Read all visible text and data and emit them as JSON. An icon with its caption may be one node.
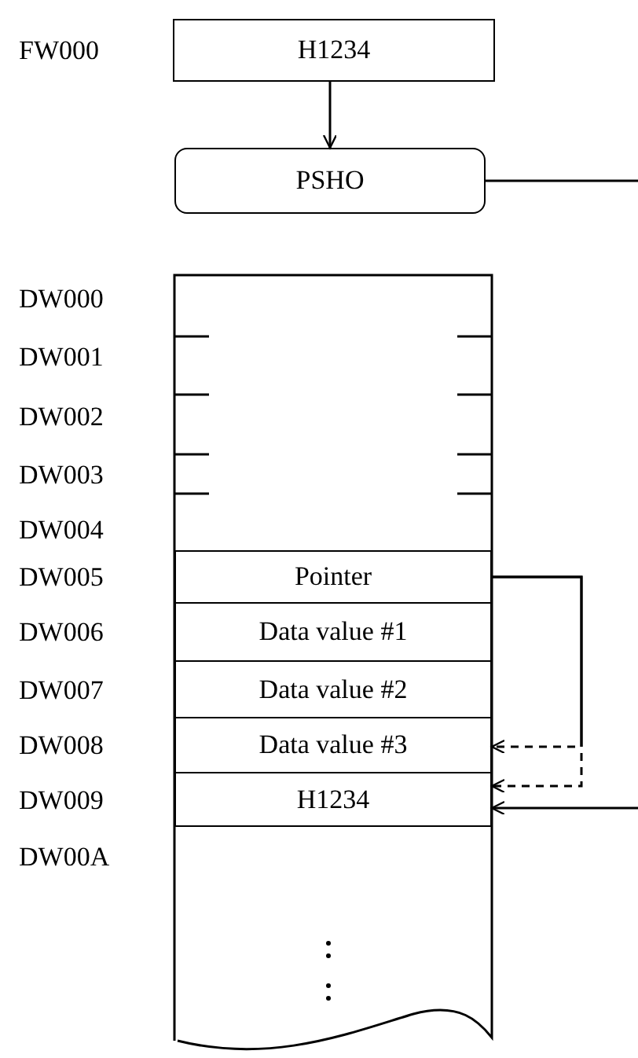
{
  "diagram": {
    "nodes": [
      {
        "text": [
          "H1234"
        ],
        "beside": [
          "FW000"
        ]
      },
      {
        "text": [
          "PSHO"
        ]
      },
      {
        "text": [],
        "shape": "box"
      },
      {
        "text": [
          "Pointer"
        ],
        "in": 2,
        "beside": [
          "DW005"
        ]
      },
      {
        "text": [
          "Data value #1"
        ],
        "in": 2,
        "beside": [
          "DW006"
        ]
      },
      {
        "text": [
          "Data value #2"
        ],
        "in": 2,
        "beside": [
          "DW007"
        ]
      },
      {
        "text": [
          "Data value #3"
        ],
        "in": 2,
        "beside": [
          "DW008"
        ]
      },
      {
        "text": [
          "H1234"
        ],
        "in": 2,
        "beside": [
          "DW009"
        ]
      }
    ],
    "edges": [
      {
        "from": 0,
        "to": 1,
        "arrow": "to"
      },
      {
        "from": 1,
        "to": null,
        "arrow": "none"
      },
      {
        "from": 3,
        "to": 6,
        "arrow": "to",
        "style": "dashed"
      },
      {
        "from": 3,
        "to": 7,
        "arrow": "to",
        "style": "dashed"
      },
      {
        "from": null,
        "to": 7,
        "arrow": "to"
      }
    ],
    "labels": [
      "DW000",
      "DW001",
      "DW002",
      "DW003",
      "DW004",
      "DW00A"
    ]
  }
}
